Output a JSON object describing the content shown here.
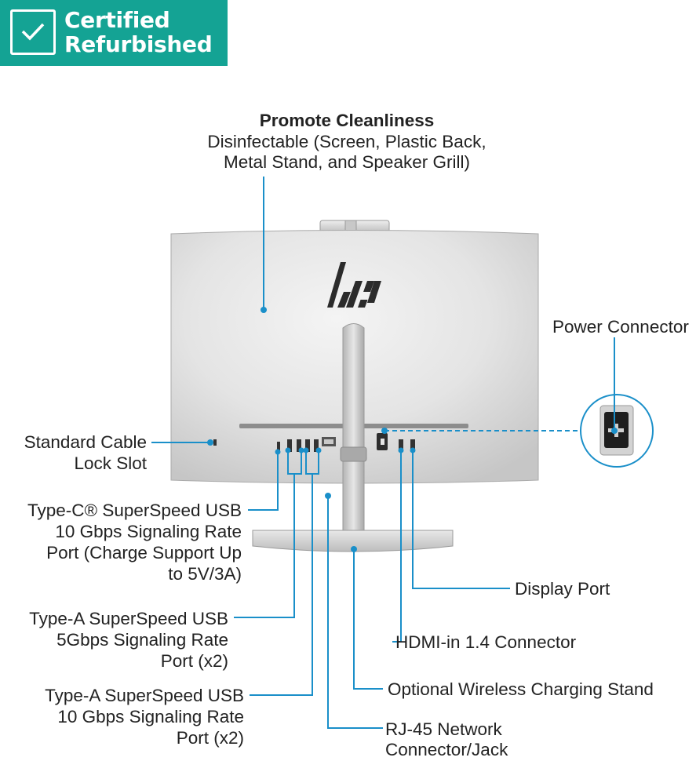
{
  "badge": {
    "line1": "Certified",
    "line2": "Refurbished"
  },
  "brand": {
    "accent": "#1a8fc9",
    "badge_color": "#14a394"
  },
  "callouts": {
    "cleanliness_title": "Promote Cleanliness",
    "cleanliness_line1": "Disinfectable (Screen, Plastic Back,",
    "cleanliness_line2": "Metal Stand, and Speaker Grill)",
    "power": "Power Connector",
    "cable_lock_1": "Standard Cable",
    "cable_lock_2": "Lock Slot",
    "typec_1": "Type-C® SuperSpeed USB",
    "typec_2": "10 Gbps Signaling Rate",
    "typec_3": "Port (Charge Support Up",
    "typec_4": "to 5V/3A)",
    "typea5_1": "Type-A SuperSpeed USB",
    "typea5_2": "5Gbps Signaling Rate",
    "typea5_3": "Port (x2)",
    "typea10_1": "Type-A SuperSpeed USB",
    "typea10_2": "10 Gbps Signaling Rate",
    "typea10_3": "Port (x2)",
    "display_port": "Display Port",
    "hdmi": "HDMI-in 1.4 Connector",
    "wireless": "Optional Wireless Charging Stand",
    "rj45_1": "RJ-45 Network",
    "rj45_2": "Connector/Jack"
  },
  "icons": {
    "badge": "check-icon",
    "logo": "hp-logo",
    "power": "power-connector-icon"
  }
}
